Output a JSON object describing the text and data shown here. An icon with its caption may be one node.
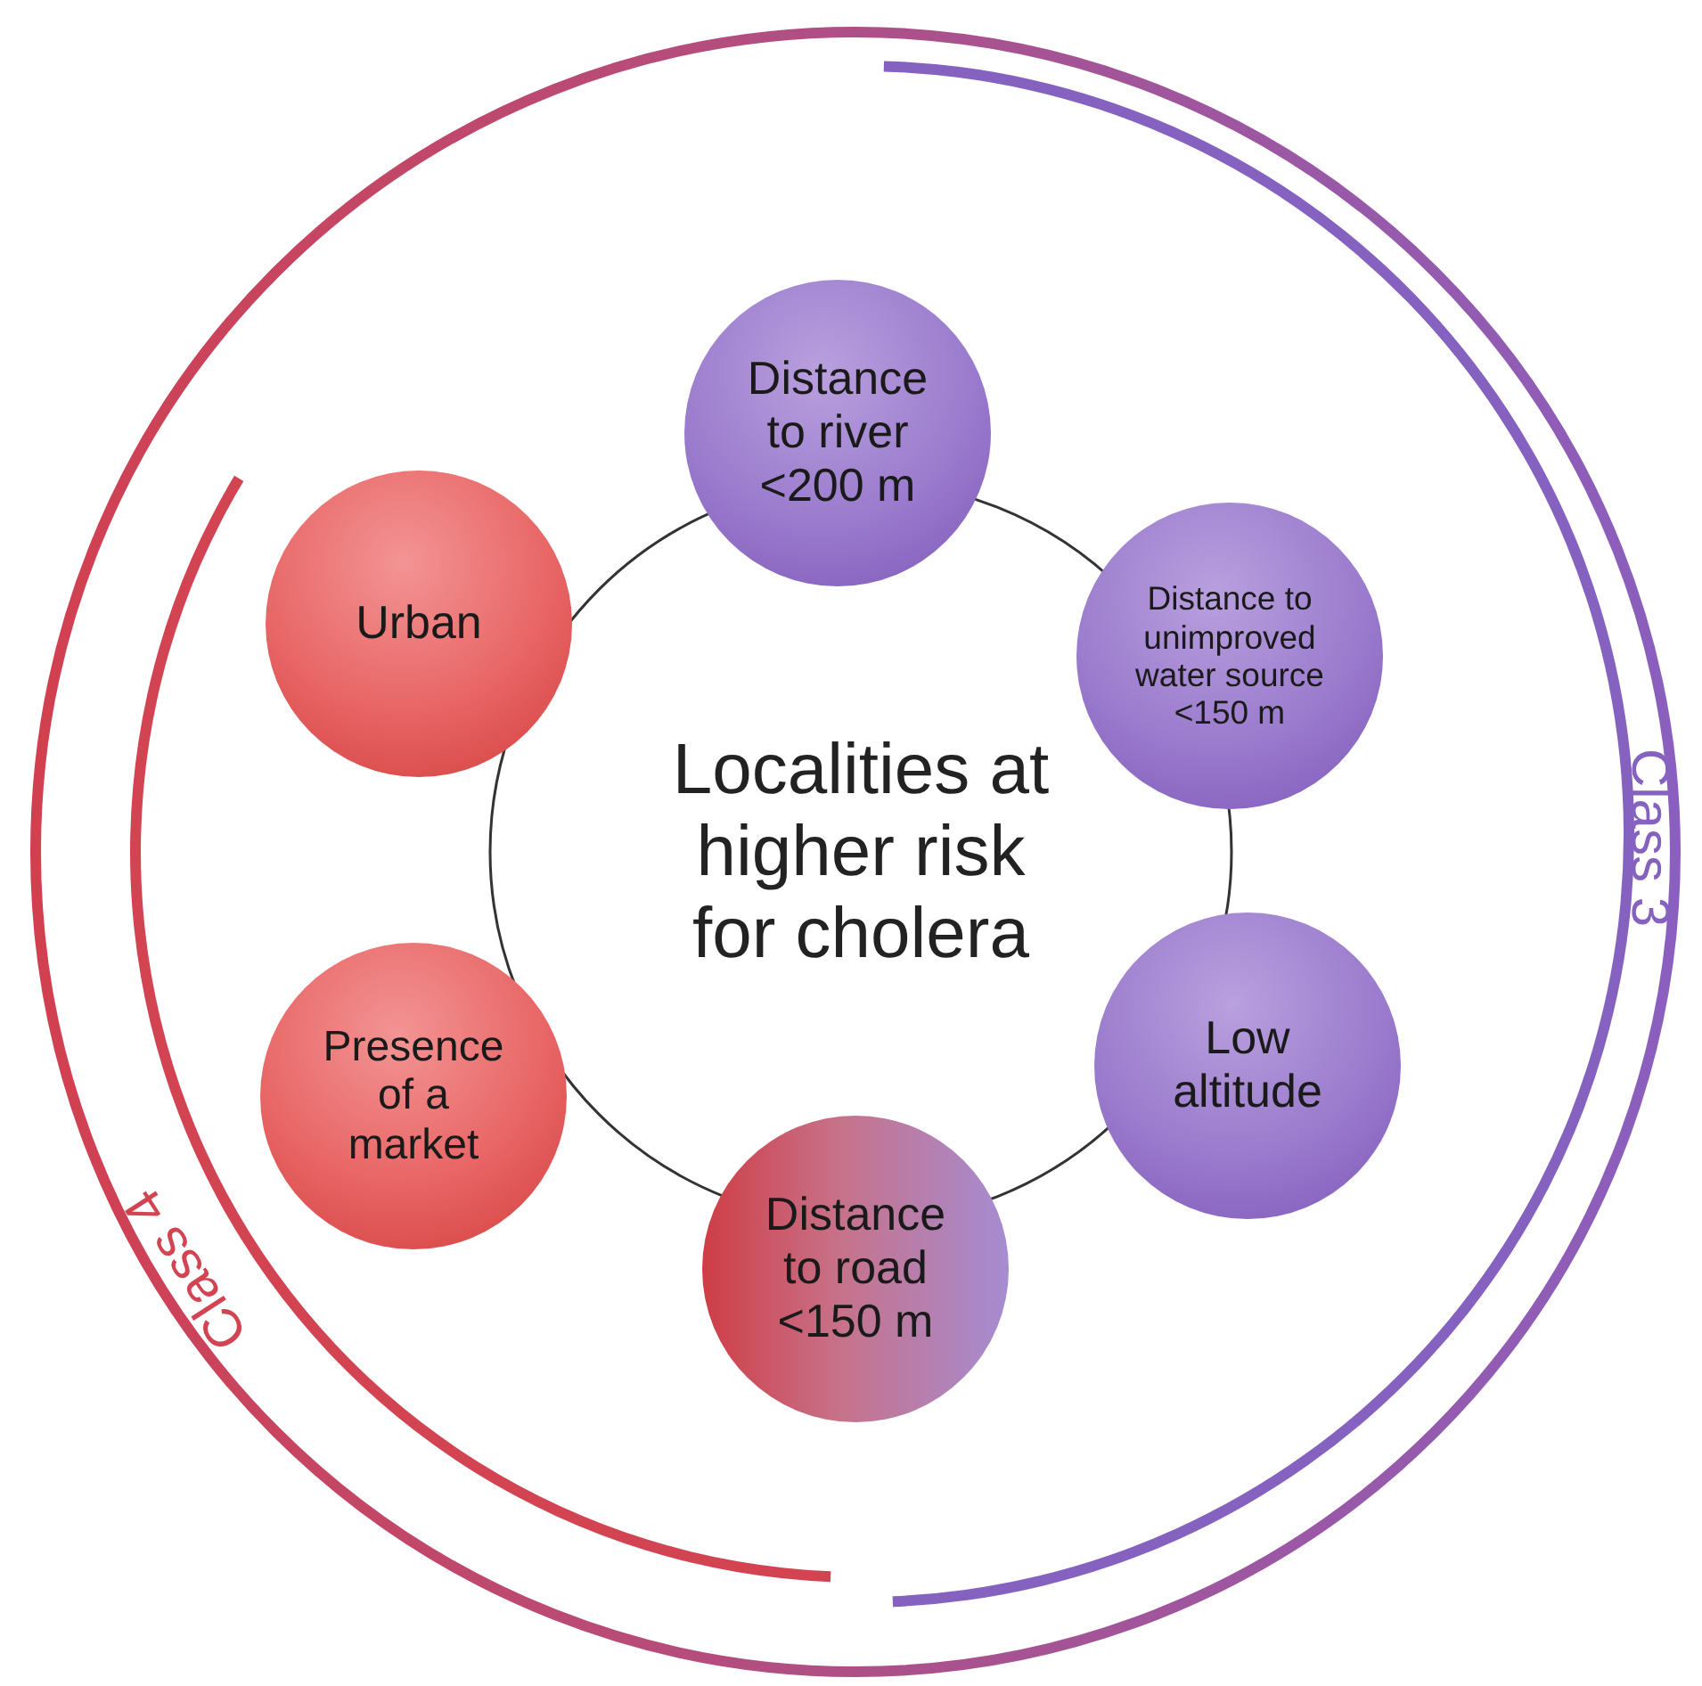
{
  "diagram": {
    "nodes": [
      {
        "text": [
          "Localities at higher risk for cholera"
        ]
      },
      {
        "text": [
          "Distance to river <200 m"
        ]
      },
      {
        "text": [
          "Distance to unimproved water source <150 m"
        ]
      },
      {
        "text": [
          "Low altitude"
        ]
      },
      {
        "text": [
          "Distance to road <150 m"
        ]
      },
      {
        "text": [
          "Presence of a market"
        ]
      },
      {
        "text": [
          "Urban"
        ]
      }
    ],
    "labels": [
      "Class 3",
      "Class 4"
    ]
  }
}
